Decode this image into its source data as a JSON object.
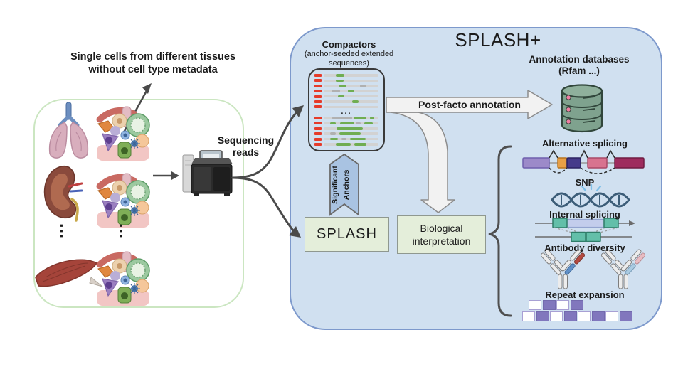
{
  "left_panel": {
    "caption_line1": "Single cells from different tissues",
    "caption_line2": "without cell type metadata",
    "ellipsis_vertical": "⋮",
    "tissues": [
      "lungs",
      "kidney",
      "muscle"
    ]
  },
  "sequencing": {
    "label_line1": "Sequencing",
    "label_line2": "reads"
  },
  "splash": {
    "title": "SPLASH+",
    "compactors": {
      "label_line1": "Compactors",
      "label_line2": "(anchor-seeded extended sequences)",
      "dots": "...",
      "rows": [
        [
          [
            22,
            16,
            "green"
          ]
        ],
        [
          [
            22,
            14,
            "green"
          ]
        ],
        [
          [
            28,
            14,
            "green"
          ],
          [
            66,
            12,
            "gray2"
          ]
        ],
        [
          [
            14,
            16,
            "gray2"
          ],
          [
            44,
            12,
            "green"
          ]
        ],
        [
          [
            26,
            12,
            "green"
          ]
        ],
        [
          [
            52,
            12,
            "green"
          ]
        ],
        [],
        "DOTS",
        [
          [
            16,
            36,
            "gray2"
          ],
          [
            54,
            24,
            "green"
          ],
          [
            84,
            8,
            "green"
          ]
        ],
        [
          [
            12,
            10,
            "green"
          ],
          [
            30,
            26,
            "green"
          ],
          [
            58,
            10,
            "gray2"
          ],
          [
            74,
            16,
            "green"
          ]
        ],
        [
          [
            24,
            48,
            "green"
          ]
        ],
        [
          [
            12,
            10,
            "gray2"
          ],
          [
            28,
            40,
            "green"
          ]
        ],
        [
          [
            12,
            14,
            "green"
          ],
          [
            32,
            10,
            "gray2"
          ],
          [
            48,
            28,
            "green"
          ]
        ],
        [
          [
            22,
            28,
            "green"
          ],
          [
            56,
            22,
            "green"
          ]
        ]
      ]
    },
    "significant_anchors_line1": "Significant",
    "significant_anchors_line2": "Anchors",
    "splash_label": "SPLASH",
    "post_facto_label": "Post-facto annotation",
    "bio_line1": "Biological",
    "bio_line2": "interpretation",
    "annotation_db_line1": "Annotation databases",
    "annotation_db_line2": "(Rfam ...)",
    "findings": {
      "alternative_splicing": "Alternative splicing",
      "snp": "SNP",
      "internal_splicing": "Internal splicing",
      "antibody_diversity": "Antibody diversity",
      "repeat_expansion": "Repeat expansion"
    },
    "repeat_grid": {
      "row1": [
        0,
        1,
        0,
        1
      ],
      "row2": [
        0,
        1,
        0,
        1,
        0,
        1,
        0,
        1
      ]
    }
  },
  "palette": {
    "splash_panel_fill": "#d0e0f0",
    "splash_panel_border": "#7d99cc",
    "tissue_panel_border": "#cbe6c1",
    "process_box_fill": "#e4eeda",
    "anchor_red": "#e63b2a",
    "anchor_green": "#70ad52",
    "banner_blue": "#a9c3e2",
    "repeat_purple": "#8177bd",
    "database_green": "#7fa28e",
    "teal_exon": "#63bfa9",
    "arrow_gray": "#4a4a4a"
  }
}
